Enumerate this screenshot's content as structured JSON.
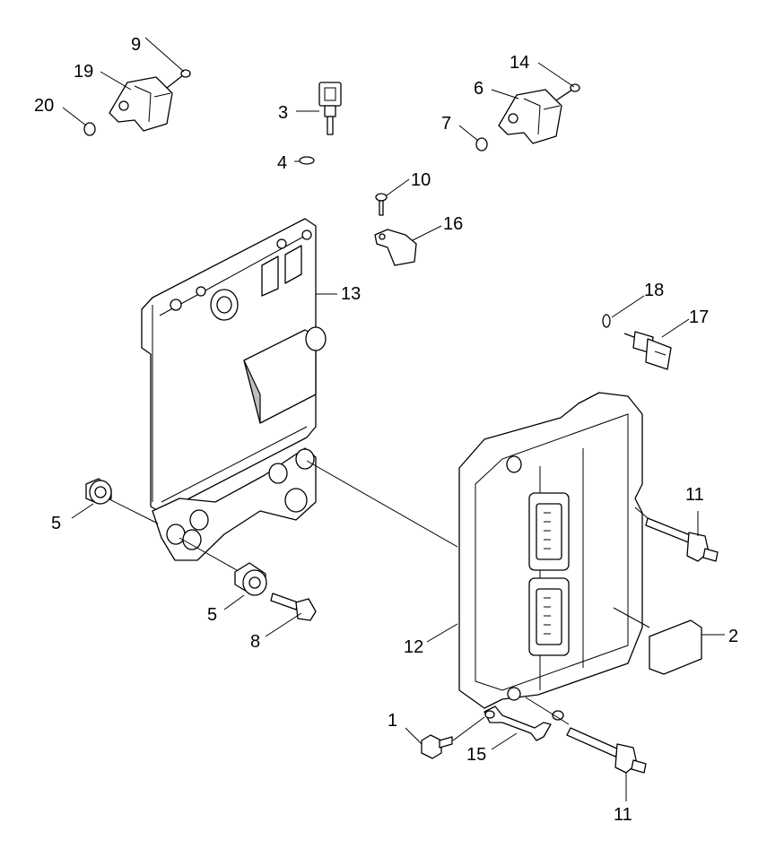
{
  "callouts": [
    {
      "id": "c1",
      "label": "1"
    },
    {
      "id": "c2",
      "label": "2"
    },
    {
      "id": "c3",
      "label": "3"
    },
    {
      "id": "c4",
      "label": "4"
    },
    {
      "id": "c5a",
      "label": "5"
    },
    {
      "id": "c5b",
      "label": "5"
    },
    {
      "id": "c6",
      "label": "6"
    },
    {
      "id": "c7",
      "label": "7"
    },
    {
      "id": "c8",
      "label": "8"
    },
    {
      "id": "c9",
      "label": "9"
    },
    {
      "id": "c10",
      "label": "10"
    },
    {
      "id": "c11a",
      "label": "11"
    },
    {
      "id": "c11b",
      "label": "11"
    },
    {
      "id": "c12",
      "label": "12"
    },
    {
      "id": "c13",
      "label": "13"
    },
    {
      "id": "c14",
      "label": "14"
    },
    {
      "id": "c15",
      "label": "15"
    },
    {
      "id": "c16",
      "label": "16"
    },
    {
      "id": "c17",
      "label": "17"
    },
    {
      "id": "c18",
      "label": "18"
    },
    {
      "id": "c19",
      "label": "19"
    },
    {
      "id": "c20",
      "label": "20"
    }
  ]
}
